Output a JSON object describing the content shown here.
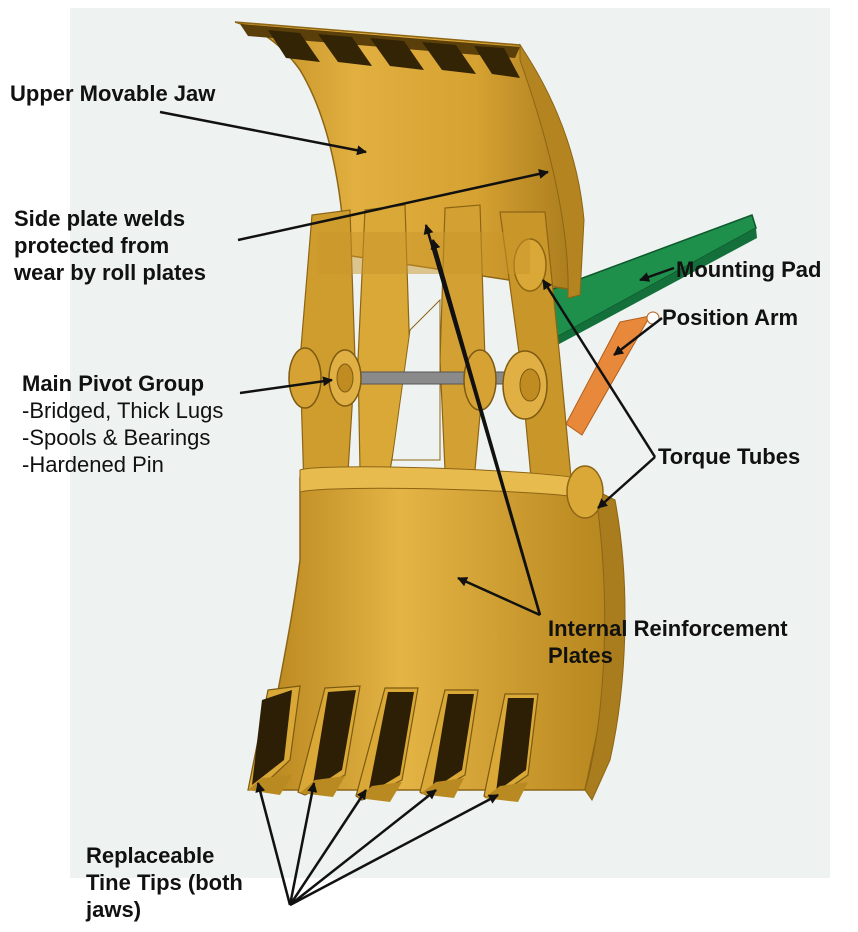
{
  "labels": {
    "upper_jaw": "Upper Movable Jaw",
    "side_plate": [
      "Side plate welds",
      "protected from",
      "wear by roll plates"
    ],
    "main_pivot_title": "Main Pivot Group",
    "main_pivot_items": [
      "-Bridged, Thick Lugs",
      "-Spools & Bearings",
      "-Hardened Pin"
    ],
    "mounting_pad": "Mounting Pad",
    "position_arm": "Position Arm",
    "torque_tubes": "Torque Tubes",
    "internal_plates": [
      "Internal Reinforcement",
      "Plates"
    ],
    "tine_tips": [
      "Replaceable",
      "Tine Tips (both",
      "jaws)"
    ]
  },
  "colors": {
    "jaw_yellow": "#d9a531",
    "jaw_shadow": "#a77a1d",
    "jaw_highlight": "#efc458",
    "mounting_pad_green": "#1f8f4c",
    "position_arm_orange": "#e8883a",
    "panel_background": "#eef2f1"
  }
}
